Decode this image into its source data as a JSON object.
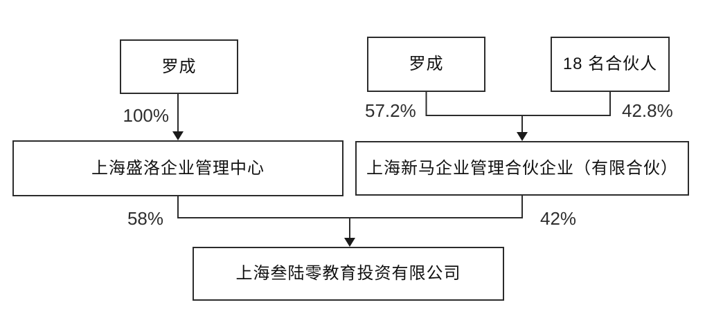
{
  "diagram": {
    "type": "equity-ownership-structure",
    "background": "#ffffff",
    "colors": {
      "line": "#2b2b2b",
      "box_border": "#2b2b2b",
      "box_fill": "#ffffff",
      "node_text": "#111111",
      "label_text": "#2e2e2e"
    },
    "nodes": [
      {
        "id": "luocheng-left",
        "label": "罗成"
      },
      {
        "id": "luocheng-right",
        "label": "罗成"
      },
      {
        "id": "partners-18",
        "label": "18 名合伙人"
      },
      {
        "id": "shengluo",
        "label": "上海盛洛企业管理中心"
      },
      {
        "id": "xinma",
        "label": "上海新马企业管理合伙企业（有限合伙）"
      },
      {
        "id": "sanluling",
        "label": "上海叁陆零教育投资有限公司"
      }
    ],
    "edges": [
      {
        "from": "luocheng-left",
        "to": "shengluo",
        "label": "100%"
      },
      {
        "from": "luocheng-right",
        "to": "xinma",
        "label": "57.2%"
      },
      {
        "from": "partners-18",
        "to": "xinma",
        "label": "42.8%"
      },
      {
        "from": "shengluo",
        "to": "sanluling",
        "label": "58%"
      },
      {
        "from": "xinma",
        "to": "sanluling",
        "label": "42%"
      }
    ]
  }
}
